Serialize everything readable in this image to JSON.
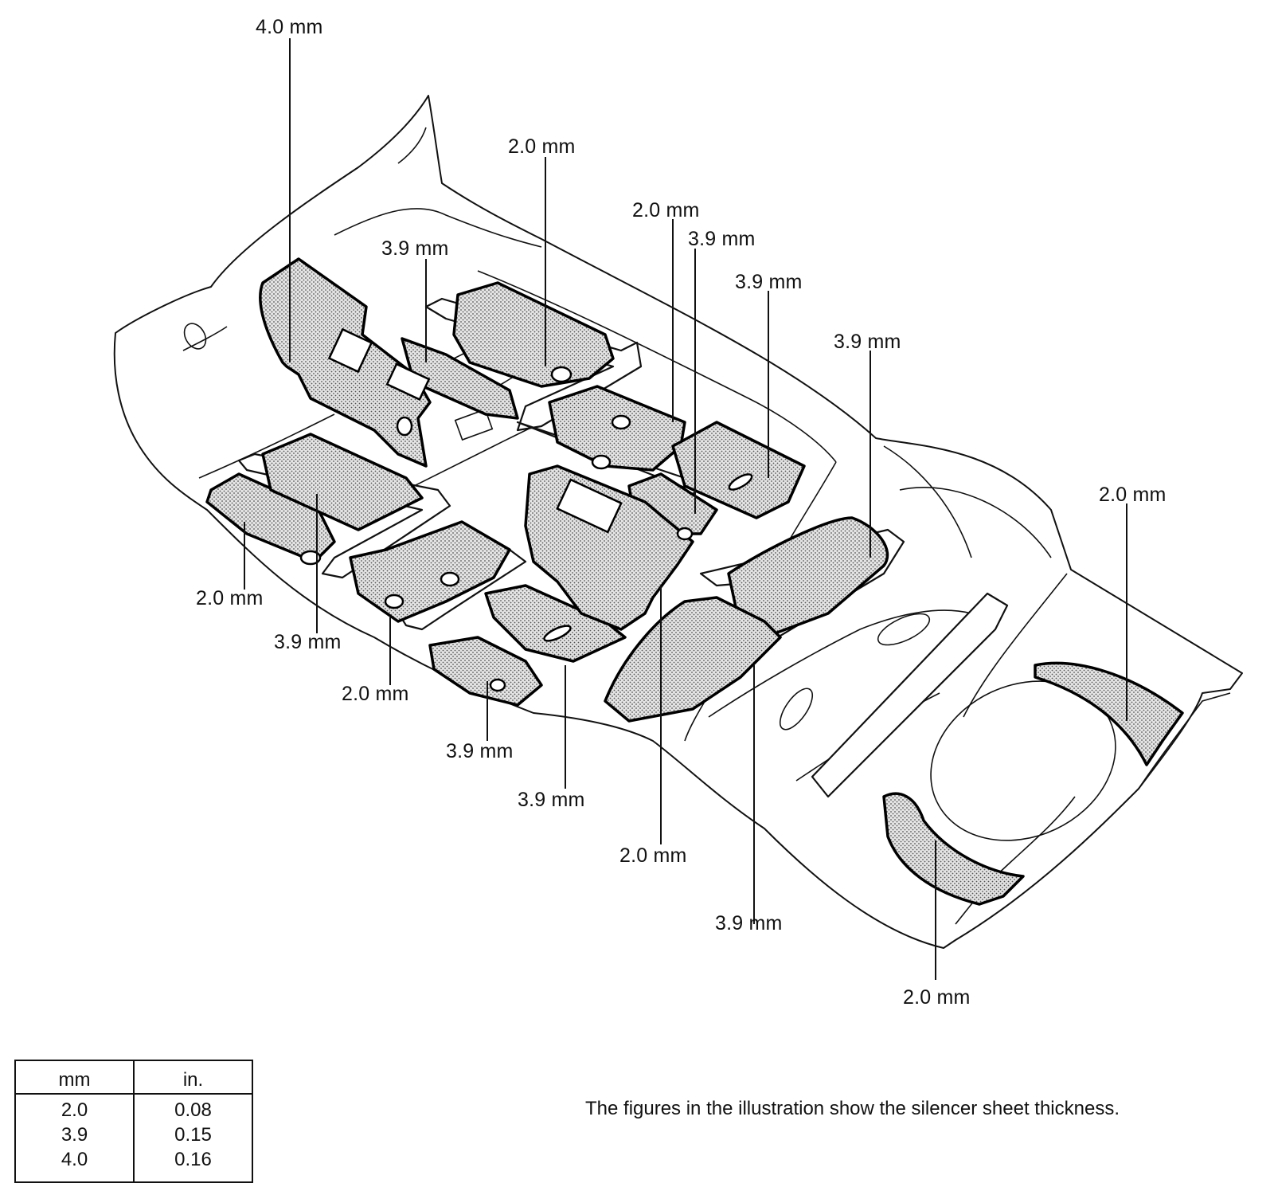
{
  "callouts": [
    {
      "id": "c01",
      "text": "4.0 mm"
    },
    {
      "id": "c02",
      "text": "2.0 mm"
    },
    {
      "id": "c03",
      "text": "3.9 mm"
    },
    {
      "id": "c04",
      "text": "2.0 mm"
    },
    {
      "id": "c05",
      "text": "3.9 mm"
    },
    {
      "id": "c06",
      "text": "3.9 mm"
    },
    {
      "id": "c07",
      "text": "3.9 mm"
    },
    {
      "id": "c08",
      "text": "2.0 mm"
    },
    {
      "id": "c09",
      "text": "2.0 mm"
    },
    {
      "id": "c10",
      "text": "3.9 mm"
    },
    {
      "id": "c11",
      "text": "2.0 mm"
    },
    {
      "id": "c12",
      "text": "3.9 mm"
    },
    {
      "id": "c13",
      "text": "3.9 mm"
    },
    {
      "id": "c14",
      "text": "2.0 mm"
    },
    {
      "id": "c15",
      "text": "3.9 mm"
    },
    {
      "id": "c16",
      "text": "2.0 mm"
    }
  ],
  "table": {
    "headers": [
      "mm",
      "in."
    ],
    "rows": [
      [
        "2.0",
        "0.08"
      ],
      [
        "3.9",
        "0.15"
      ],
      [
        "4.0",
        "0.16"
      ]
    ]
  },
  "note": "The figures in the illustration show the silencer sheet thickness."
}
